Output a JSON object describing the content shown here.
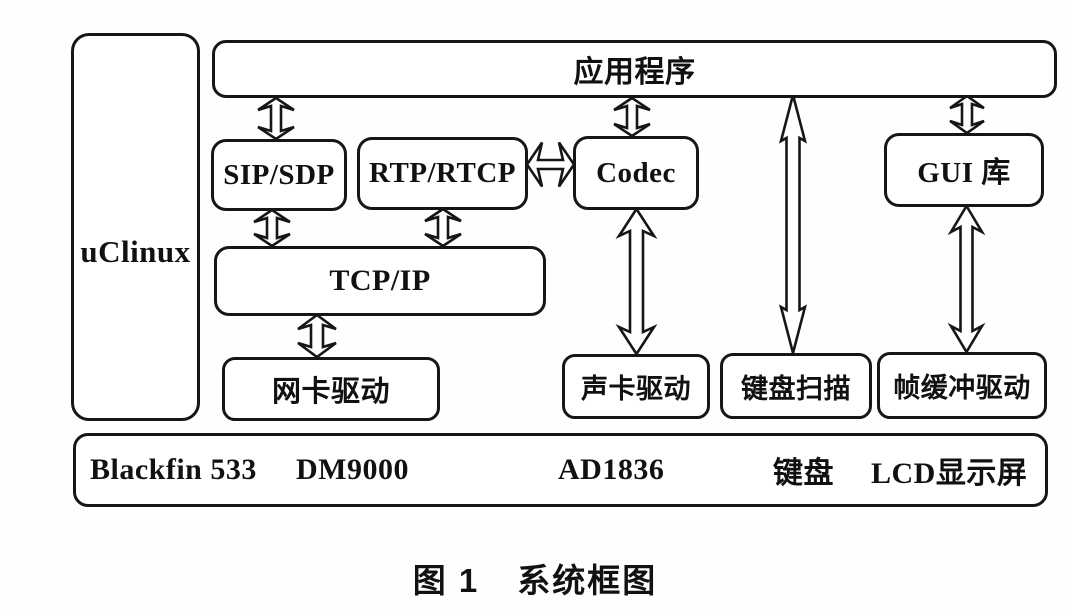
{
  "diagram": {
    "os_label": "uClinux",
    "layers": {
      "application": "应用程序",
      "sip_sdp": "SIP/SDP",
      "rtp_rtcp": "RTP/RTCP",
      "codec": "Codec",
      "gui_lib": "GUI 库",
      "tcp_ip": "TCP/IP",
      "nic_driver": "网卡驱动",
      "sound_driver": "声卡驱动",
      "keyboard_scan": "键盘扫描",
      "framebuffer_driver": "帧缓冲驱动"
    },
    "hardware": {
      "cpu": "Blackfin 533",
      "nic": "DM9000",
      "audio_codec": "AD1836",
      "keyboard": "键盘",
      "lcd": "LCD显示屏"
    },
    "caption": {
      "figure_no": "图 1",
      "title": "系统框图"
    },
    "colors": {
      "line": "#161616",
      "background": "#fefefe"
    }
  }
}
